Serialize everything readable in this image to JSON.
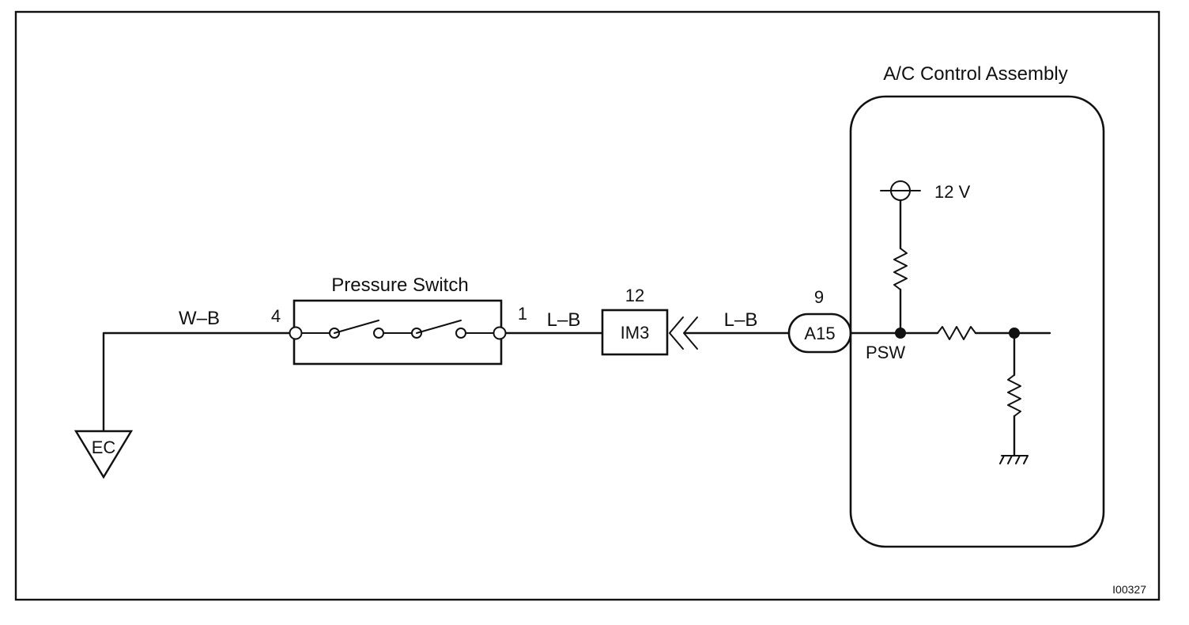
{
  "diagram": {
    "assembly_label": "A/C Control Assembly",
    "switch_label": "Pressure Switch",
    "wire_wb": "W–B",
    "wire_lb_left": "L–B",
    "wire_lb_right": "L–B",
    "pin_4": "4",
    "pin_1": "1",
    "pin_12": "12",
    "pin_9": "9",
    "connector_im3": "IM3",
    "connector_a15": "A15",
    "ground_ec": "EC",
    "psw_label": "PSW",
    "supply_label": "12 V",
    "figure_id": "I00327"
  }
}
